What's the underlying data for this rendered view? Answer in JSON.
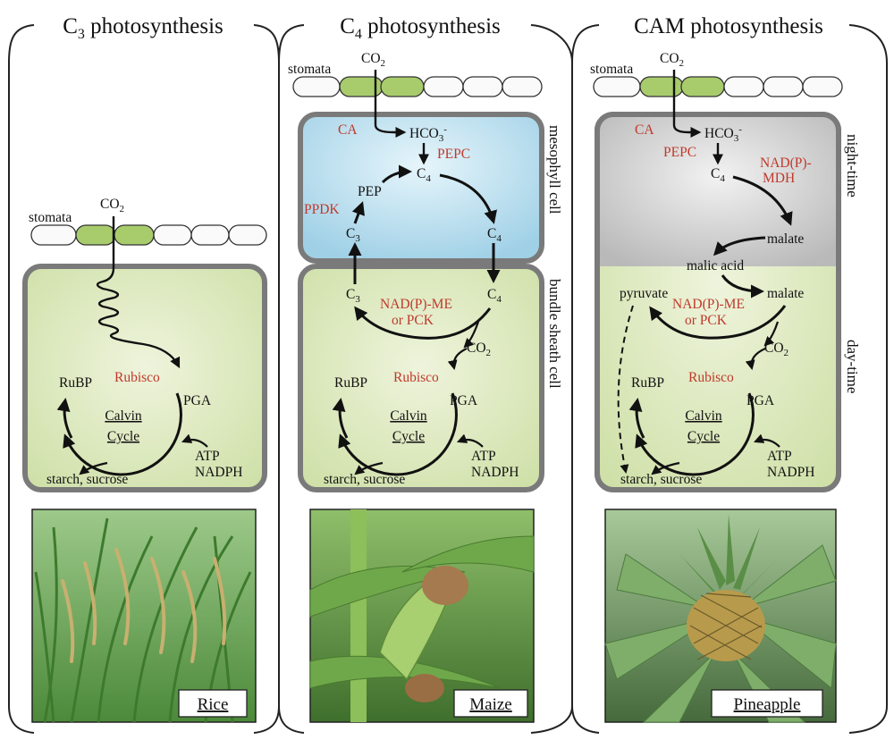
{
  "panels": [
    {
      "title_main": "C",
      "title_sub": "3",
      "title_rest": " photosynthesis",
      "stomata": "stomata",
      "co2_main": "CO",
      "co2_sub": "2",
      "rubisco": "Rubisco",
      "rubp": "RuBP",
      "pga": "PGA",
      "calvin": "Calvin",
      "cycle": "Cycle",
      "atp": "ATP",
      "nadph": "NADPH",
      "starch": "starch, sucrose",
      "photo_caption": "Rice"
    },
    {
      "title_main": "C",
      "title_sub": "4",
      "title_rest": " photosynthesis",
      "stomata": "stomata",
      "co2_main": "CO",
      "co2_sub": "2",
      "ca": "CA",
      "hco3_main": "HCO",
      "hco3_sub": "3",
      "hco3_sup": "-",
      "pepc": "PEPC",
      "c4_main": "C",
      "c4_sub": "4",
      "pep": "PEP",
      "ppdk": "PPDK",
      "c3_main": "C",
      "c3_sub": "3",
      "me": "NAD(P)-ME",
      "pck": "or PCK",
      "co2b_main": "CO",
      "co2b_sub": "2",
      "rubisco": "Rubisco",
      "rubp": "RuBP",
      "pga": "PGA",
      "calvin": "Calvin",
      "cycle": "Cycle",
      "atp": "ATP",
      "nadph": "NADPH",
      "starch": "starch, sucrose",
      "mesophyll": "mesophyll cell",
      "bundle": "bundle sheath cell",
      "photo_caption": "Maize"
    },
    {
      "title": "CAM photosynthesis",
      "stomata": "stomata",
      "co2_main": "CO",
      "co2_sub": "2",
      "ca": "CA",
      "hco3_main": "HCO",
      "hco3_sub": "3",
      "hco3_sup": "-",
      "pepc": "PEPC",
      "c4_main": "C",
      "c4_sub": "4",
      "mdh1": "NAD(P)-",
      "mdh2": "MDH",
      "malate": "malate",
      "malic": "malic acid",
      "malate2": "malate",
      "pyruvate": "pyruvate",
      "me": "NAD(P)-ME",
      "pck": "or PCK",
      "co2b_main": "CO",
      "co2b_sub": "2",
      "rubisco": "Rubisco",
      "rubp": "RuBP",
      "pga": "PGA",
      "calvin": "Calvin",
      "cycle": "Cycle",
      "atp": "ATP",
      "nadph": "NADPH",
      "starch": "starch, sucrose",
      "night": "night-time",
      "day": "day-time",
      "photo_caption": "Pineapple"
    }
  ],
  "colors": {
    "cell_green": "#d6e4b4",
    "mesophyll_blue": "#b3dcec",
    "night_gray": "#c9c9c9",
    "cell_border": "#7a7a7a",
    "stomata_green": "#a8cc6c",
    "enzyme_red": "#c0392b"
  }
}
